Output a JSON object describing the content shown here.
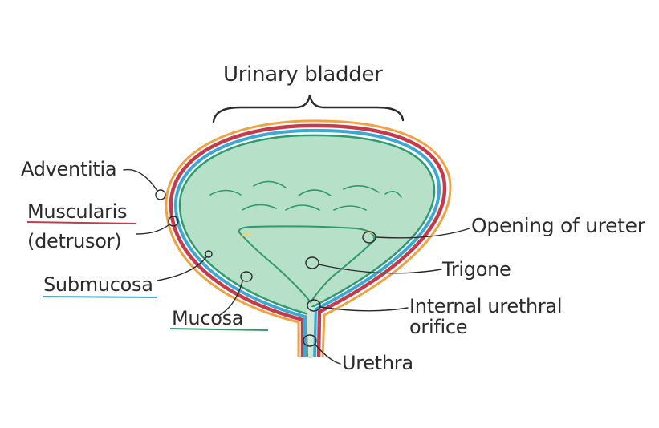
{
  "diagram": {
    "title": "Urinary bladder",
    "labels": {
      "adventitia": "Adventitia",
      "muscularis": "Muscularis",
      "detrusor": "(detrusor)",
      "submucosa": "Submucosa",
      "mucosa": "Mucosa",
      "opening_of_ureter": "Opening of ureter",
      "trigone": "Trigone",
      "internal_urethral": "Internal urethral",
      "orifice": "orifice",
      "urethra": "Urethra"
    },
    "colors": {
      "adventitia": "#f0a243",
      "muscularis": "#c73a4b",
      "submucosa": "#3aa9d6",
      "mucosa": "#2f9a6e",
      "lumen_fill": "#b7e0c9",
      "ink": "#2b2b2b",
      "ureter_opening_fill": "#f3d56a"
    }
  }
}
